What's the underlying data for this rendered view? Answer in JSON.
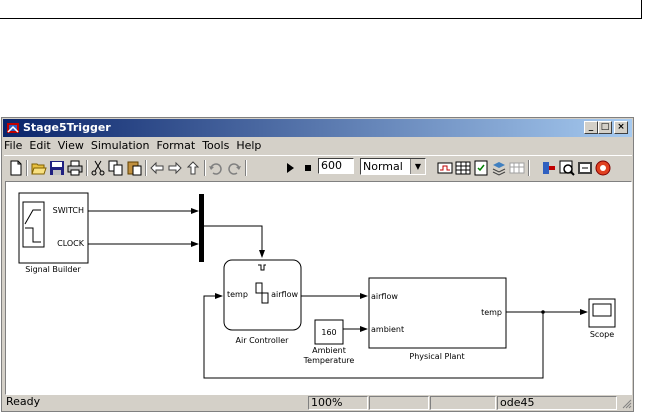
{
  "window": {
    "title": "Stage5Trigger",
    "buttons": {
      "minimize": "_",
      "maximize": "□",
      "close": "×"
    }
  },
  "menu": [
    "File",
    "Edit",
    "View",
    "Simulation",
    "Format",
    "Tools",
    "Help"
  ],
  "toolbar": {
    "stop_time": "600",
    "sim_mode": "Normal",
    "icons": [
      "new-icon",
      "open-icon",
      "save-icon",
      "print-icon",
      "cut-icon",
      "copy-icon",
      "paste-icon",
      "back-icon",
      "forward-icon",
      "up-icon",
      "undo-icon",
      "redo-icon",
      "start-icon",
      "stop-icon",
      "build-icon",
      "library-icon",
      "model-explorer-icon",
      "debugger-icon",
      "update-diagram-icon",
      "model-advisor-icon",
      "profile-icon",
      "help-icon"
    ]
  },
  "diagram": {
    "signal_builder": {
      "label": "Signal Builder",
      "port1": "SWITCH",
      "port2": "CLOCK"
    },
    "air_controller": {
      "label": "Air Controller",
      "in_port": "temp",
      "out_port": "airflow"
    },
    "ambient": {
      "value": "160",
      "label_line1": "Ambient",
      "label_line2": "Temperature"
    },
    "plant": {
      "label": "Physical Plant",
      "in1": "airflow",
      "in2": "ambient",
      "out": "temp"
    },
    "scope": {
      "label": "Scope"
    }
  },
  "status": {
    "state": "Ready",
    "zoom": "100%",
    "solver": "ode45"
  },
  "colors": {
    "title_start": "#0a246a",
    "title_end": "#a6caf0",
    "chrome": "#d4d0c8"
  }
}
